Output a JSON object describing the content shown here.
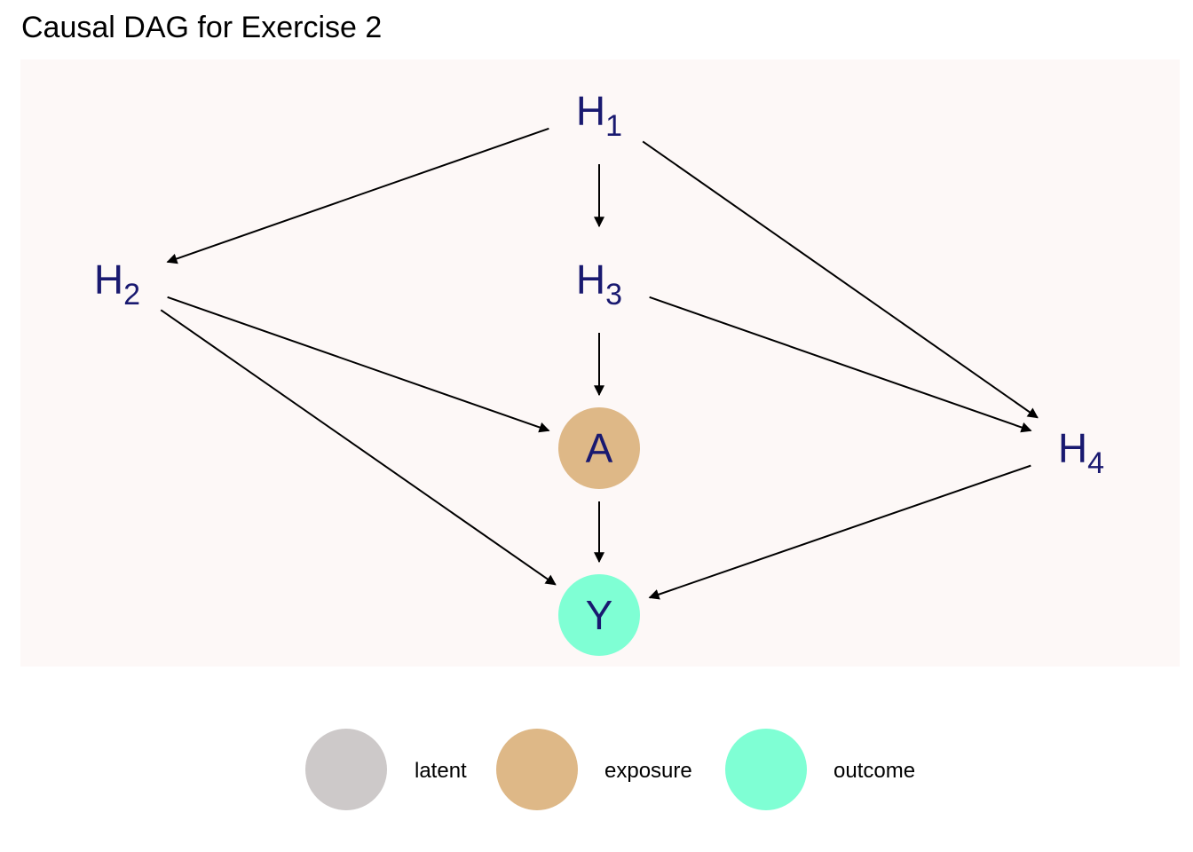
{
  "title": "Causal DAG for Exercise 2",
  "colors": {
    "panel_background": "#fdf8f7",
    "label": "#191970",
    "edge": "#000000",
    "latent": "#cdc9c9",
    "exposure": "#deb887",
    "outcome": "#7fffd4"
  },
  "nodes": [
    {
      "id": "H1",
      "base": "H",
      "sub": "1",
      "status": "latent"
    },
    {
      "id": "H2",
      "base": "H",
      "sub": "2",
      "status": "latent"
    },
    {
      "id": "H3",
      "base": "H",
      "sub": "3",
      "status": "latent"
    },
    {
      "id": "H4",
      "base": "H",
      "sub": "4",
      "status": "latent"
    },
    {
      "id": "A",
      "base": "A",
      "sub": "",
      "status": "exposure"
    },
    {
      "id": "Y",
      "base": "Y",
      "sub": "",
      "status": "outcome"
    }
  ],
  "edges": [
    {
      "from": "H1",
      "to": "H2"
    },
    {
      "from": "H1",
      "to": "H3"
    },
    {
      "from": "H1",
      "to": "H4"
    },
    {
      "from": "H2",
      "to": "A"
    },
    {
      "from": "H2",
      "to": "Y"
    },
    {
      "from": "H3",
      "to": "A"
    },
    {
      "from": "H3",
      "to": "H4"
    },
    {
      "from": "A",
      "to": "Y"
    },
    {
      "from": "H4",
      "to": "Y"
    }
  ],
  "legend": [
    {
      "label": "latent",
      "color": "#cdc9c9"
    },
    {
      "label": "exposure",
      "color": "#deb887"
    },
    {
      "label": "outcome",
      "color": "#7fffd4"
    }
  ]
}
